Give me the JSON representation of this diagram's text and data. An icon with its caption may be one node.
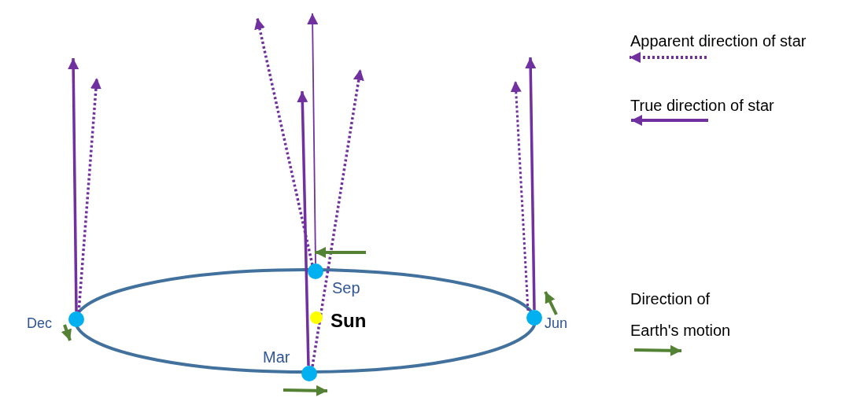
{
  "diagram": {
    "nodes": [
      {
        "text": [],
        "shape": "circle",
        "beside": [
          "Sep"
        ]
      },
      {
        "text": [],
        "shape": "circle",
        "beside": [
          "Dec"
        ]
      },
      {
        "text": [],
        "shape": "circle",
        "beside": [
          "Sun"
        ]
      },
      {
        "text": [],
        "shape": "circle",
        "beside": [
          "Jun"
        ]
      },
      {
        "text": [],
        "shape": "circle",
        "beside": [
          "Mar"
        ]
      }
    ],
    "edges": [
      {
        "from": 0,
        "to": null,
        "arrow": "to"
      },
      {
        "from": 0,
        "to": null,
        "arrow": "to",
        "style": "dashed"
      },
      {
        "from": 1,
        "to": null,
        "arrow": "to"
      },
      {
        "from": 1,
        "to": null,
        "arrow": "to",
        "style": "dashed"
      },
      {
        "from": 3,
        "to": null,
        "arrow": "to",
        "style": "dashed"
      },
      {
        "from": 3,
        "to": null,
        "arrow": "to"
      },
      {
        "from": 4,
        "to": null,
        "arrow": "to"
      },
      {
        "from": 4,
        "to": null,
        "arrow": "to",
        "style": "dashed"
      }
    ],
    "legend": [
      {
        "text": "Apparent direction of star"
      },
      {
        "text": "True direction of star"
      },
      {
        "text": "Direction of Earth's motion"
      }
    ]
  }
}
